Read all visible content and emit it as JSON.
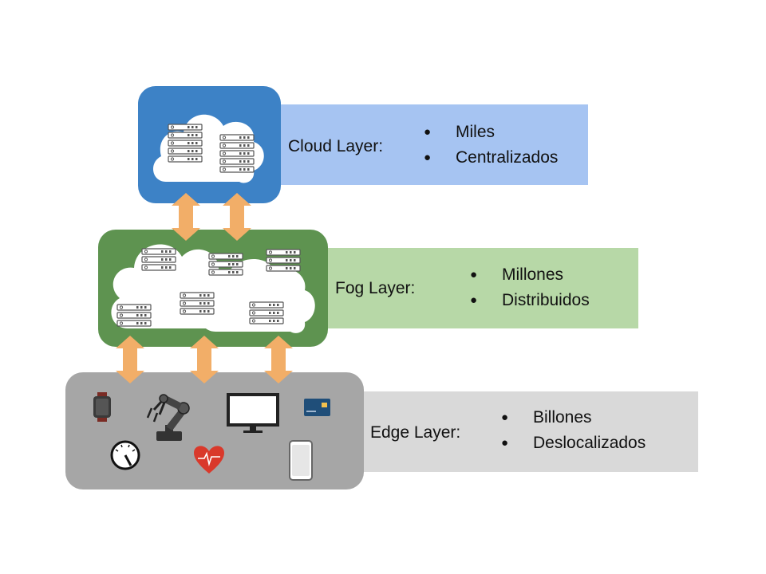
{
  "colors": {
    "cloud_box": "#3D82C6",
    "cloud_band": "#A6C4F2",
    "fog_box": "#5E9350",
    "fog_band": "#B7D8A7",
    "edge_box": "#A6A6A6",
    "edge_band": "#D9D9D9",
    "arrow": "#F2AE68"
  },
  "layers": {
    "cloud": {
      "label": "Cloud Layer:",
      "bullets": [
        "Miles",
        "Centralizados"
      ]
    },
    "fog": {
      "label": "Fog Layer:",
      "bullets": [
        "Millones",
        "Distribuidos"
      ]
    },
    "edge": {
      "label": "Edge Layer:",
      "bullets": [
        "Billones",
        "Deslocalizados"
      ]
    }
  },
  "icons": {
    "cloud": [
      "cloud-icon",
      "server-rack-icon"
    ],
    "fog": [
      "cloud-icon",
      "server-rack-icon"
    ],
    "edge": [
      "smartwatch-icon",
      "robot-arm-icon",
      "monitor-icon",
      "card-icon",
      "gauge-icon",
      "heart-rate-icon",
      "smartphone-icon"
    ],
    "connectors": "bidirectional-arrow-icon"
  }
}
